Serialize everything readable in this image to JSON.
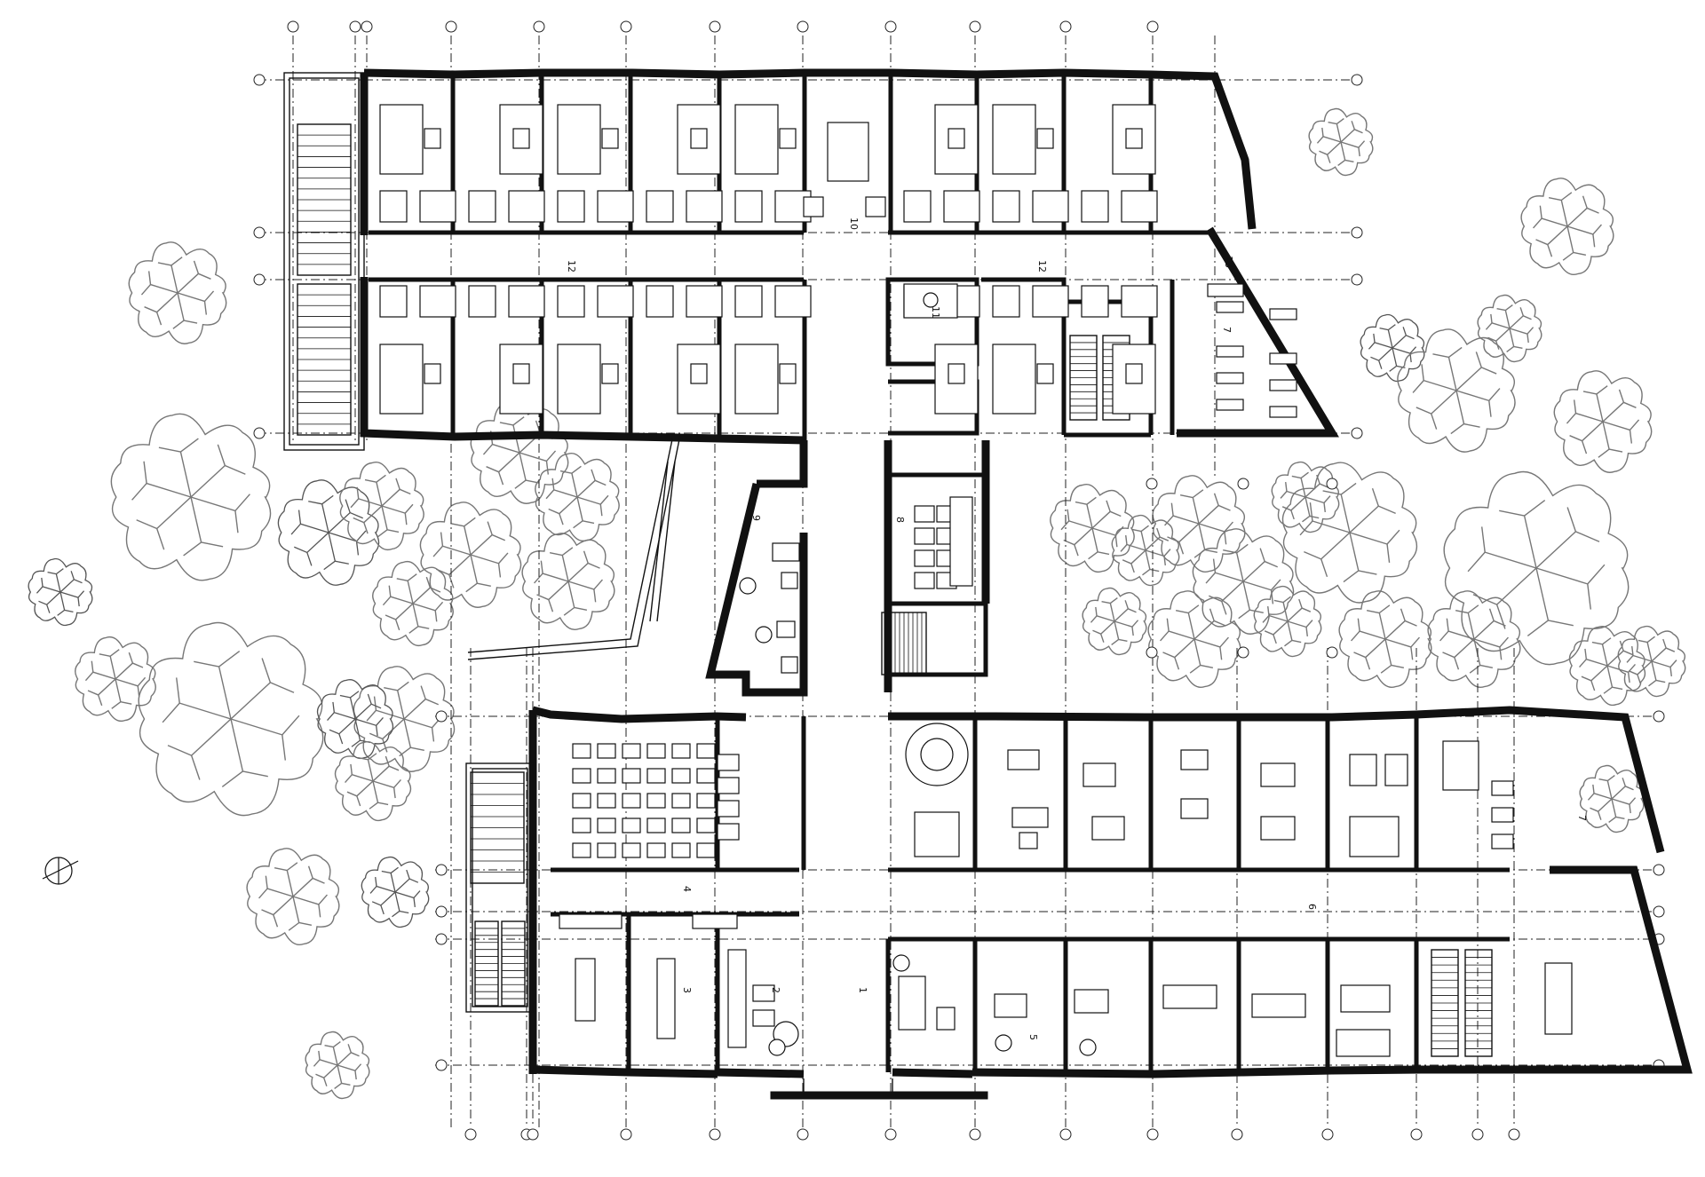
{
  "plan": {
    "room_labels": [
      {
        "id": "corridor-north-left",
        "text": "12"
      },
      {
        "id": "corridor-north-right",
        "text": "12"
      },
      {
        "id": "lounge-north",
        "text": "10"
      },
      {
        "id": "office-11",
        "text": "11"
      },
      {
        "id": "stair-13",
        "text": "13"
      },
      {
        "id": "treatment-north",
        "text": "7"
      },
      {
        "id": "winter-garden",
        "text": "9"
      },
      {
        "id": "meeting-room",
        "text": "8"
      },
      {
        "id": "kitchen-corridor",
        "text": "4"
      },
      {
        "id": "kitchen",
        "text": "3"
      },
      {
        "id": "cafe",
        "text": "2"
      },
      {
        "id": "entrance-hall",
        "text": "1"
      },
      {
        "id": "treatment-south",
        "text": "7"
      },
      {
        "id": "corridor-south",
        "text": "6"
      },
      {
        "id": "office-5",
        "text": "5"
      }
    ]
  },
  "colors": {
    "line": "#111111",
    "tree": "#777777",
    "background": "#ffffff"
  }
}
